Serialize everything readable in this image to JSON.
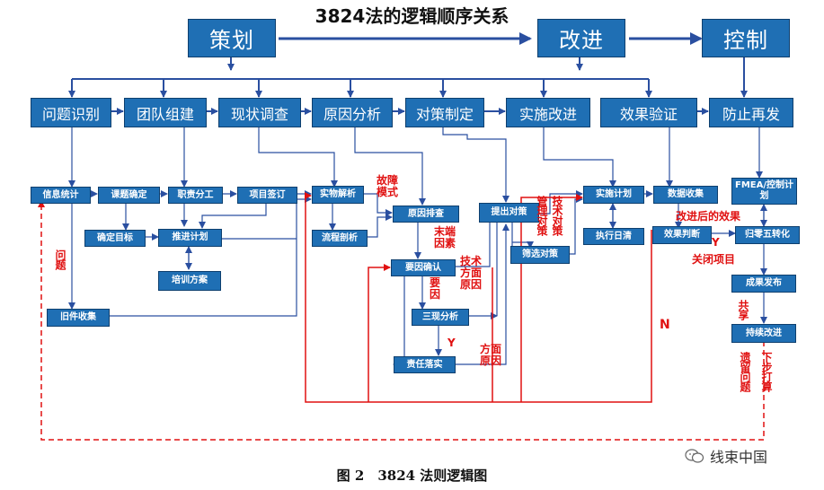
{
  "title": "3824法的逻辑顺序关系",
  "caption": "图 2　3824 法则逻辑图",
  "watermark": "线束中国",
  "colors": {
    "box": "#1f6fb4",
    "border": "#0e3f6e",
    "line": "#2a4fa0",
    "red": "#e01010"
  },
  "phases": [
    "策划",
    "改进",
    "控制"
  ],
  "steps": [
    "问题识别",
    "团队组建",
    "现状调查",
    "原因分析",
    "对策制定",
    "实施改进",
    "效果验证",
    "防止再发"
  ],
  "tasks": {
    "info_stats": "信息统计",
    "topic_confirm": "课题确定",
    "duty_split": "职责分工",
    "project_sign": "项目签订",
    "confirm_goal": "确定目标",
    "progress_plan": "推进计划",
    "training_plan": "培训方案",
    "old_parts": "旧件收集",
    "physical_analysis": "实物解析",
    "process_analysis": "流程剖析",
    "cause_check": "原因排查",
    "cause_confirm": "要因确认",
    "three_analysis": "三现分析",
    "responsibility": "责任落实",
    "propose_measure": "提出对策",
    "filter_measure": "筛选对策",
    "impl_plan": "实施计划",
    "exec_track": "执行日清",
    "data_collect": "数据收集",
    "effect_judge": "效果判断",
    "fmea_plan": "FMEA/控制计划",
    "zero_defect": "归零五转化",
    "result_release": "成果发布",
    "continuous": "持续改进"
  },
  "red_labels": {
    "problem": "问题",
    "failure_mode": "故障模式",
    "end_cause": "末端因素",
    "key_cause": "要因",
    "tech_cause": "技术方面原因",
    "y1": "Y",
    "y2": "Y",
    "mgmt_cause": "方面原因",
    "mgmt_measure": "管理对策",
    "tech_measure": "技术对策",
    "after_effect": "改进后的效果",
    "close_project": "关闭项目",
    "n_label": "N",
    "share": "共享",
    "leftover": "遗留问题",
    "next_plan": "下步打算"
  }
}
